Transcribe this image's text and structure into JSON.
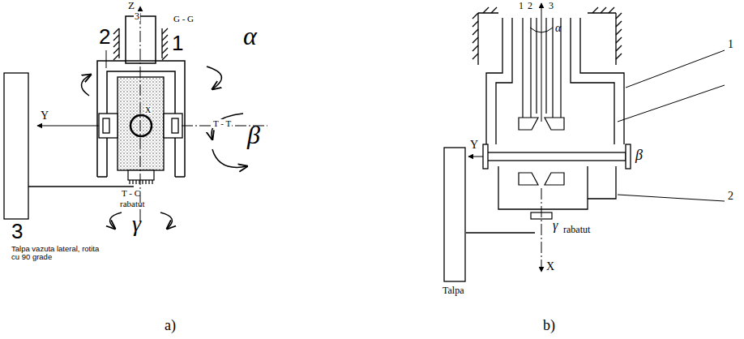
{
  "diagram": {
    "labels": [
      "Z",
      "3",
      "2",
      "1",
      "G - G",
      "α",
      "X",
      "Y",
      "T - T",
      "β",
      "T - C",
      "rabatut",
      "3",
      "γ",
      "Talpa vazuta lateral, rotita cu 90 grade",
      "a)",
      "1",
      "2",
      "3",
      "α",
      "1",
      "Y",
      "β",
      "2",
      "γ",
      "rabatut",
      "X",
      "Talpa",
      "b)"
    ]
  }
}
